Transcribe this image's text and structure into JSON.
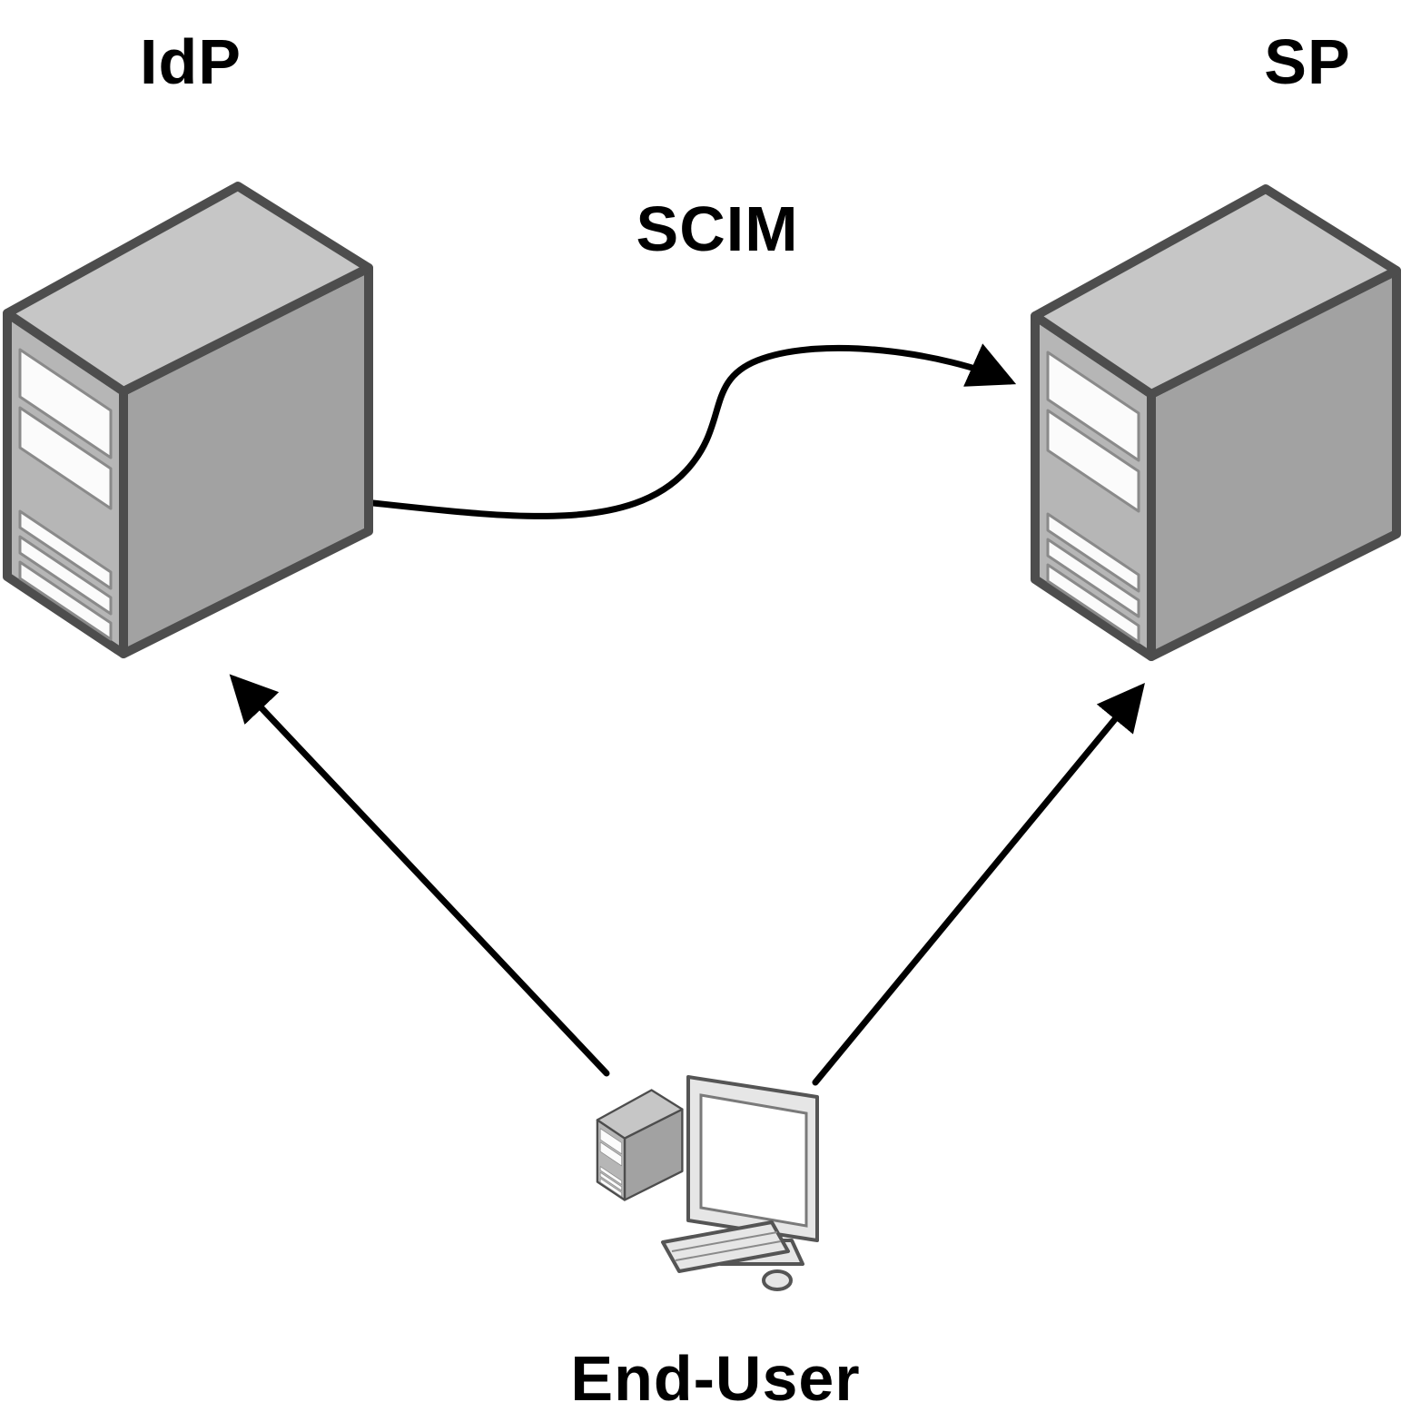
{
  "diagram": {
    "kind": "identity-provisioning-topology",
    "nodes": [
      {
        "id": "idp",
        "label": "IdP",
        "type": "server-tower"
      },
      {
        "id": "sp",
        "label": "SP",
        "type": "server-tower"
      },
      {
        "id": "end_user",
        "label": "End-User",
        "type": "desktop-computer"
      }
    ],
    "edges": [
      {
        "from": "idp",
        "to": "sp",
        "label": "SCIM",
        "style": "curved-s",
        "arrowhead": "at-sp"
      },
      {
        "from": "end_user",
        "to": "idp",
        "label": "",
        "style": "straight",
        "arrowhead": "at-idp"
      },
      {
        "from": "end_user",
        "to": "sp",
        "label": "",
        "style": "straight",
        "arrowhead": "at-sp"
      }
    ],
    "colors": {
      "background": "#ffffff",
      "server_top": "#c6c6c6",
      "server_front": "#b6b6b6",
      "server_side": "#a2a2a2",
      "server_outline": "#4d4d4d",
      "slat_fill": "#fbfbfb",
      "arrow": "#000000",
      "text": "#000000"
    }
  }
}
